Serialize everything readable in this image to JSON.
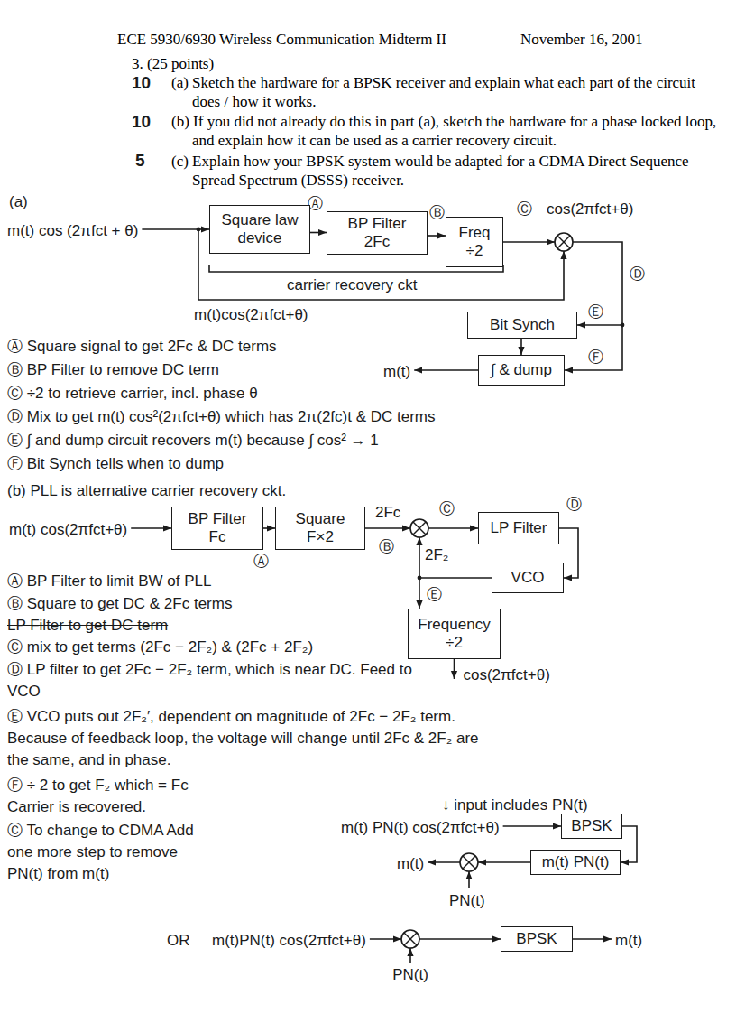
{
  "diagram": {
    "title": "ECE 5930/6930 Wireless Communication Midterm II",
    "nodes": [
      {
        "text": [
          "Square law device"
        ]
      },
      {
        "text": [
          "BP Filter 2Fc"
        ]
      },
      {
        "text": [
          "Freq ÷2"
        ]
      },
      {
        "text": [
          "Bit Synch"
        ]
      },
      {
        "text": [
          "∫ & dump"
        ]
      },
      {
        "text": [
          "BP Filter Fc"
        ]
      },
      {
        "text": [
          "Square F×2"
        ]
      },
      {
        "text": [
          "LP Filter"
        ]
      },
      {
        "text": [
          "VCO"
        ]
      },
      {
        "text": [
          "Frequency ÷2"
        ]
      },
      {
        "text": [
          "BPSK"
        ]
      },
      {
        "text": [
          "m(t) PN(t)"
        ]
      },
      {
        "text": [
          "BPSK"
        ]
      }
    ],
    "edges": [
      {
        "from": 0,
        "to": 1,
        "arrow": "to"
      },
      {
        "from": 1,
        "to": 2,
        "arrow": "to"
      },
      {
        "from": 3,
        "to": 4,
        "arrow": "to"
      },
      {
        "from": 5,
        "to": 6,
        "arrow": "to"
      },
      {
        "from": 7,
        "to": 8,
        "arrow": "to"
      },
      {
        "from": 10,
        "to": 11,
        "arrow": "to"
      }
    ],
    "labels": [
      "November 16, 2001",
      "3. (25 points)",
      "10",
      "(a) Sketch the hardware for a BPSK receiver and explain what each part of the circuit does / how it works.",
      "10",
      "(b) If you did not already do this in part (a), sketch the hardware for a phase locked loop, and explain how it can be used as a carrier recovery circuit.",
      "5",
      "(c) Explain how your BPSK system would be adapted for a CDMA Direct Sequence Spread Spectrum (DSSS) receiver.",
      "(a)",
      "m(t) cos (2πfct + θ)",
      "Ⓐ",
      "Ⓑ",
      "Ⓒ",
      "cos(2πfct+θ)",
      "carrier recovery ckt",
      "m(t)cos(2πfct+θ)",
      "Ⓓ",
      "Ⓔ",
      "Ⓕ",
      "m(t)",
      "Ⓐ Square signal to get 2Fc & DC terms",
      "Ⓑ BP Filter to remove DC term",
      "Ⓒ ÷2 to retrieve carrier, incl. phase θ",
      "Ⓓ Mix to get m(t) cos²(2πfct+θ) which has 2π(2fc)t & DC terms",
      "Ⓔ ∫ and dump circuit recovers m(t) because ∫ cos² → 1",
      "Ⓕ Bit Synch tells when to dump",
      "(b) PLL is alternative carrier recovery ckt.",
      "m(t) cos(2πfct+θ)",
      "Ⓐ",
      "2Fc",
      "Ⓑ",
      "Ⓒ",
      "2F₂",
      "Ⓓ",
      "Ⓔ",
      "cos(2πfct+θ)",
      "Ⓐ BP Filter to limit BW of PLL",
      "Ⓑ Square to get DC & 2Fc terms",
      "LP Filter to get DC term",
      "Ⓒ mix to get terms (2Fc − 2F₂) & (2Fc + 2F₂)",
      "Ⓓ LP filter to get 2Fc − 2F₂ term, which is near DC. Feed to VCO",
      "Ⓔ VCO puts out 2F₂′, dependent on magnitude of 2Fc − 2F₂ term. Because of feedback loop, the voltage will change until 2Fc & 2F₂ are the same, and in phase.",
      "Ⓕ ÷ 2 to get F₂ which = Fc",
      "Carrier is recovered.",
      "Ⓒ To change to CDMA Add one more step to remove PN(t) from m(t)",
      "↓ input includes PN(t)",
      "m(t) PN(t) cos(2πfct+θ)",
      "m(t)",
      "PN(t)",
      "OR",
      "m(t)PN(t) cos(2πfct+θ)",
      "PN(t)",
      "m(t)"
    ]
  }
}
